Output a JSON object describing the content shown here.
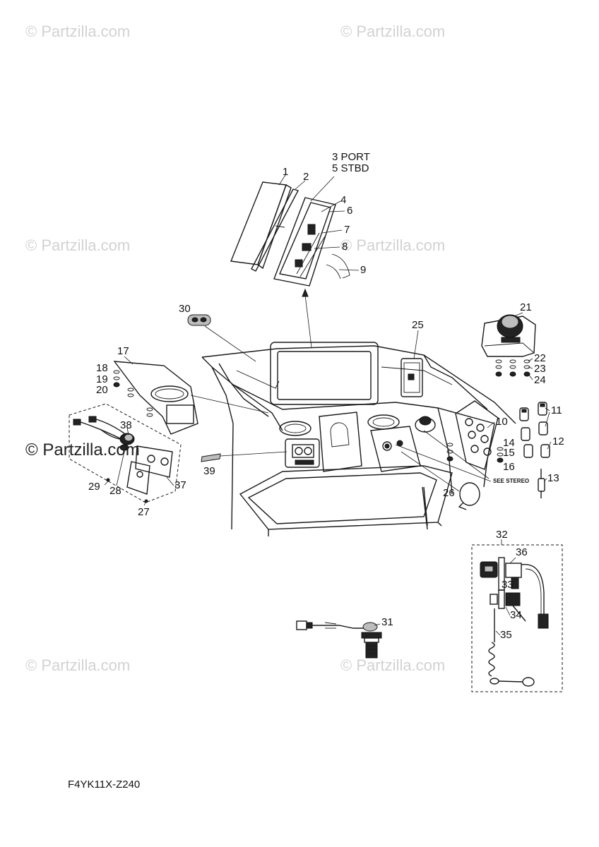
{
  "watermarks": {
    "top_left": "© Partzilla.com",
    "top_right": "© Partzilla.com",
    "mid_left": "© Partzilla.com",
    "mid_right": "© Partzilla.com",
    "left_dark": "© Partzilla.com",
    "bottom_left": "© Partzilla.com",
    "bottom_right": "© Partzilla.com"
  },
  "diagram": {
    "code": "F4YK11X-Z240",
    "header_note_1": "3 PORT",
    "header_note_2": "5 STBD",
    "stereo_note": "SEE STEREO"
  },
  "callouts": {
    "c1": "1",
    "c2": "2",
    "c4": "4",
    "c6": "6",
    "c7": "7",
    "c8": "8",
    "c9": "9",
    "c10": "10",
    "c11": "11",
    "c12": "12",
    "c13": "13",
    "c14": "14",
    "c15": "15",
    "c16": "16",
    "c17": "17",
    "c18": "18",
    "c19": "19",
    "c20": "20",
    "c21": "21",
    "c22": "22",
    "c23": "23",
    "c24": "24",
    "c25": "25",
    "c26": "26",
    "c27": "27",
    "c28": "28",
    "c29": "29",
    "c30": "30",
    "c31": "31",
    "c32": "32",
    "c33": "33",
    "c34": "34",
    "c35": "35",
    "c36": "36",
    "c37": "37",
    "c38": "38",
    "c39": "39"
  }
}
